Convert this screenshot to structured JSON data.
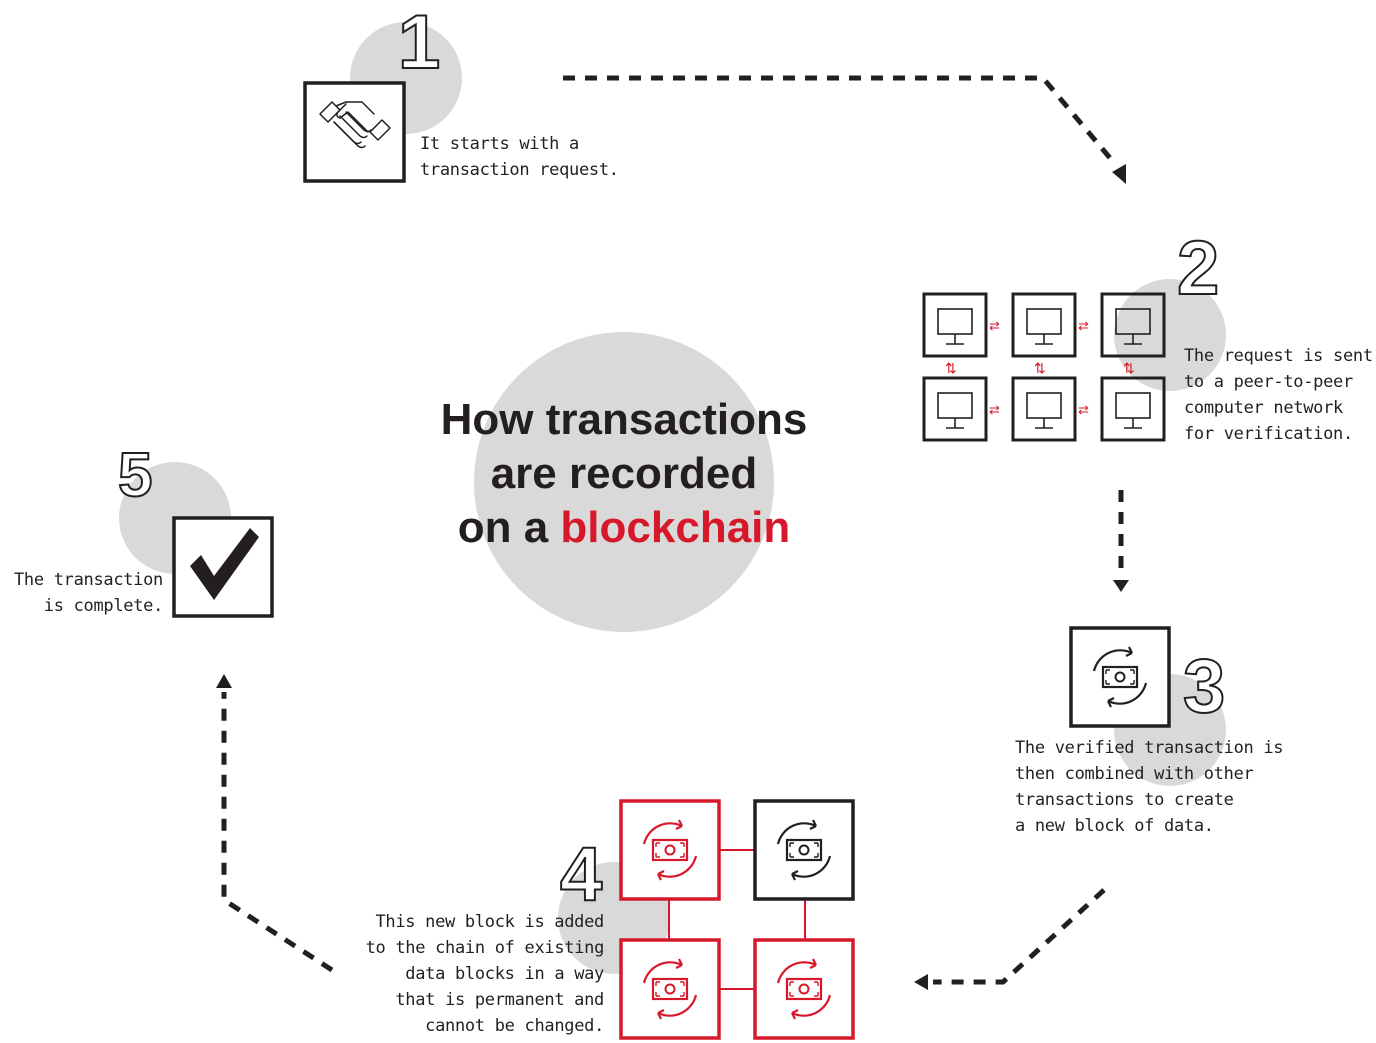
{
  "title": {
    "line1": "How transactions",
    "line2": "are recorded",
    "line3_prefix": "on a ",
    "line3_accent": "blockchain"
  },
  "steps": [
    {
      "number": "1",
      "icon": "handshake-icon",
      "lines": [
        "It starts with a",
        "transaction request."
      ]
    },
    {
      "number": "2",
      "icon": "computer-network-icon",
      "lines": [
        "The request is sent",
        "to a peer-to-peer",
        "computer network",
        "for verification."
      ]
    },
    {
      "number": "3",
      "icon": "money-cycle-icon",
      "lines": [
        "The verified transaction is",
        "then combined with other",
        "transactions to create",
        "a new block of data."
      ]
    },
    {
      "number": "4",
      "icon": "block-chain-icon",
      "lines": [
        "This new block is added",
        "to the chain of existing",
        "data blocks in a way",
        "that is permanent and",
        "cannot be changed."
      ]
    },
    {
      "number": "5",
      "icon": "checkmark-icon",
      "lines": [
        "The transaction",
        "is complete."
      ]
    }
  ],
  "colors": {
    "accent": "#d7182a",
    "ink": "#231f20",
    "circle": "#d9d9da"
  }
}
